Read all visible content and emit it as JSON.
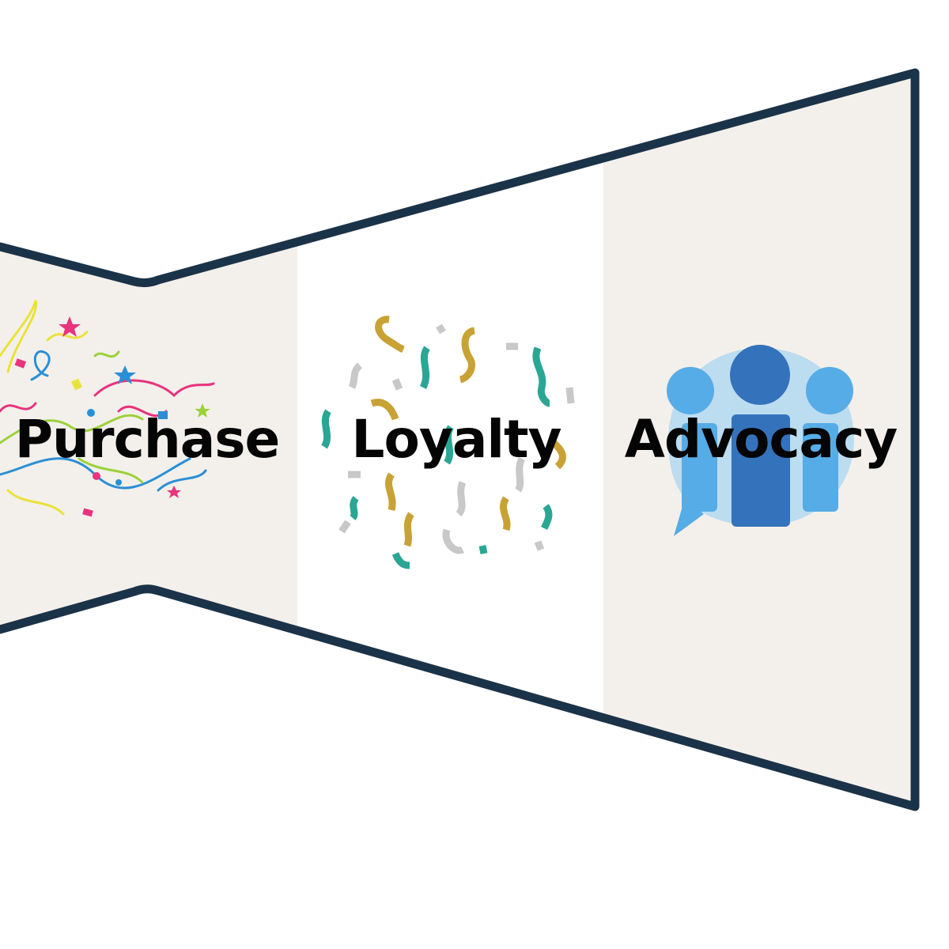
{
  "stages": [
    {
      "label": "Purchase",
      "icon": "confetti-streamers-icon"
    },
    {
      "label": "Loyalty",
      "icon": "gold-teal-confetti-icon"
    },
    {
      "label": "Advocacy",
      "icon": "people-speech-bubble-icon"
    }
  ],
  "colors": {
    "outline": "#1b3348",
    "panel_beige": "#f3f0eb",
    "panel_white": "#ffffff",
    "label_text": "#050505",
    "confetti_pink": "#e8337d",
    "confetti_blue": "#2a8fd6",
    "confetti_yellow": "#e9e23a",
    "confetti_green": "#9bd13a",
    "confetti_gold": "#c9a235",
    "confetti_teal": "#2aa694",
    "confetti_gray": "#c8c8c8",
    "advocacy_light_blue": "#56ace6",
    "advocacy_dark_blue": "#3472bc",
    "advocacy_pale_blue": "#bcdcf0"
  }
}
